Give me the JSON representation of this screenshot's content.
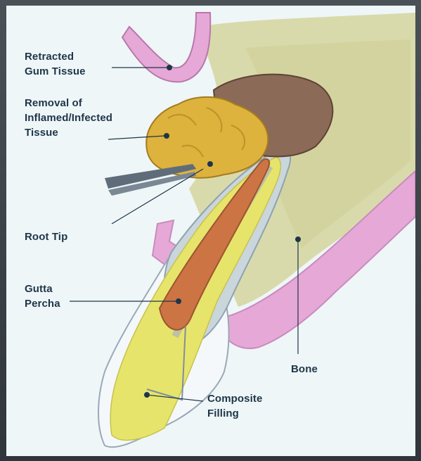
{
  "labels": {
    "retracted_gum": "Retracted\nGum Tissue",
    "removal": "Removal of\nInflamed/Infected\nTissue",
    "root_tip": "Root Tip",
    "gutta_percha": "Gutta\nPercha",
    "bone": "Bone",
    "composite_filling": "Composite\nFilling"
  },
  "colors": {
    "background": "#eef6f8",
    "label_text": "#1f3548",
    "gum": "#e6a8d7",
    "bone": "#d7d7a4",
    "root_yellow": "#e7e46b",
    "gutta_percha": "#cc7444",
    "infected_tissue": "#ddb23d",
    "dark_tissue": "#7a5a4a"
  }
}
